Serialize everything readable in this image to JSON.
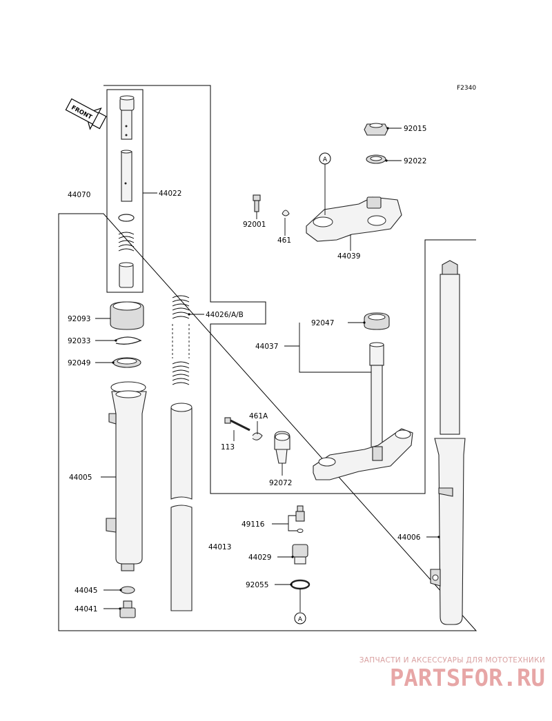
{
  "figure_code": "F2340",
  "front_arrow_label": "FRONT",
  "reference_mark": "A",
  "parts": {
    "p44070": "44070",
    "p44022": "44022",
    "p92093": "92093",
    "p92033": "92033",
    "p92049": "92049",
    "p44026": "44026/A/B",
    "p44005": "44005",
    "p44013": "44013",
    "p44045": "44045",
    "p44041": "44041",
    "p92015": "92015",
    "p92022": "92022",
    "p92001": "92001",
    "p461": "461",
    "p44039": "44039",
    "p92047": "92047",
    "p44037": "44037",
    "p461A": "461A",
    "p113": "113",
    "p92072": "92072",
    "p49116": "49116",
    "p44029": "44029",
    "p92055": "92055",
    "p44006": "44006"
  },
  "watermark": {
    "tagline": "ЗАПЧАСТИ И АКСЕССУАРЫ ДЛЯ МОТОТЕХНИКИ",
    "brand": "PARTSFOR.RU"
  }
}
